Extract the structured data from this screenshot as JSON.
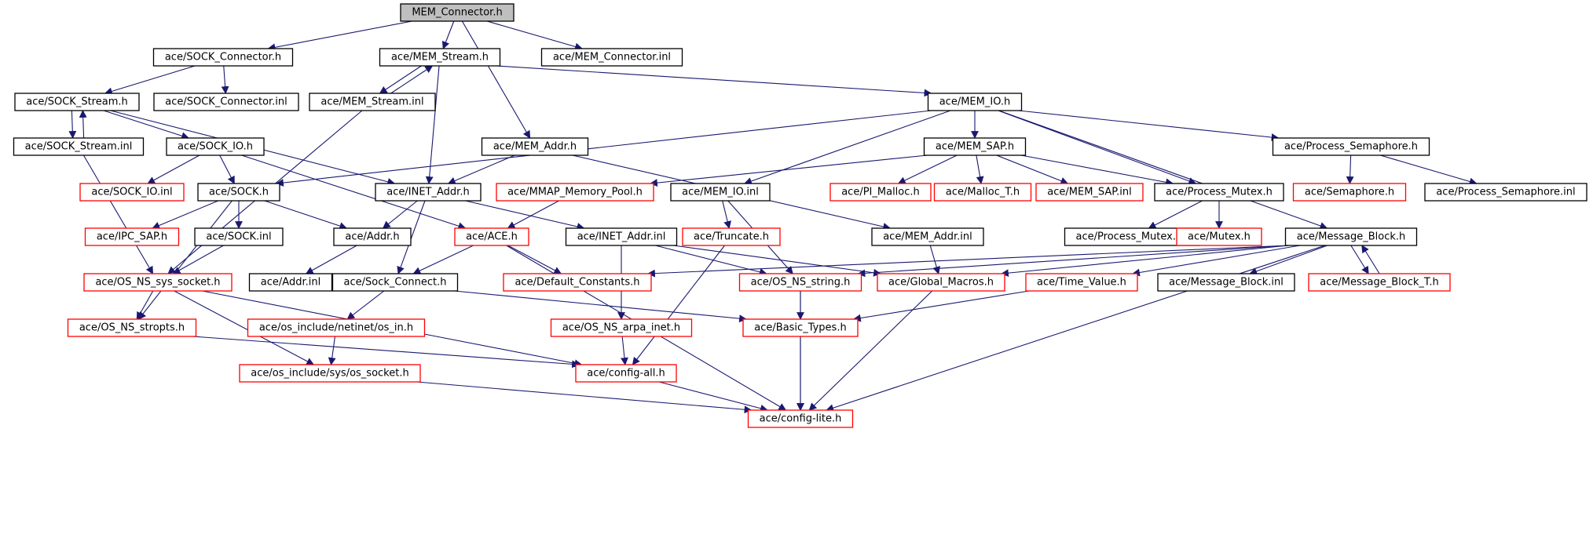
{
  "colors": {
    "edge": "#191970",
    "border_default": "#000000",
    "border_external": "#ff0000",
    "fill_default": "#ffffff",
    "fill_root": "#bfbfbf"
  },
  "nodes": [
    {
      "id": "root",
      "label": "MEM_Connector.h",
      "style": "root"
    },
    {
      "id": "sock_connector_h",
      "label": "ace/SOCK_Connector.h",
      "style": "default"
    },
    {
      "id": "mem_stream_h",
      "label": "ace/MEM_Stream.h",
      "style": "default"
    },
    {
      "id": "mem_connector_inl",
      "label": "ace/MEM_Connector.inl",
      "style": "default"
    },
    {
      "id": "sock_stream_h",
      "label": "ace/SOCK_Stream.h",
      "style": "default"
    },
    {
      "id": "sock_connector_inl",
      "label": "ace/SOCK_Connector.inl",
      "style": "default"
    },
    {
      "id": "mem_stream_inl",
      "label": "ace/MEM_Stream.inl",
      "style": "default"
    },
    {
      "id": "mem_io_h",
      "label": "ace/MEM_IO.h",
      "style": "default"
    },
    {
      "id": "sock_stream_inl",
      "label": "ace/SOCK_Stream.inl",
      "style": "default"
    },
    {
      "id": "sock_io_h",
      "label": "ace/SOCK_IO.h",
      "style": "default"
    },
    {
      "id": "mem_addr_h",
      "label": "ace/MEM_Addr.h",
      "style": "default"
    },
    {
      "id": "mem_sap_h",
      "label": "ace/MEM_SAP.h",
      "style": "default"
    },
    {
      "id": "process_semaphore_h",
      "label": "ace/Process_Semaphore.h",
      "style": "default"
    },
    {
      "id": "sock_io_inl",
      "label": "ace/SOCK_IO.inl",
      "style": "external"
    },
    {
      "id": "sock_h",
      "label": "ace/SOCK.h",
      "style": "default"
    },
    {
      "id": "inet_addr_h",
      "label": "ace/INET_Addr.h",
      "style": "default"
    },
    {
      "id": "mmap_memory_pool_h",
      "label": "ace/MMAP_Memory_Pool.h",
      "style": "external"
    },
    {
      "id": "mem_io_inl",
      "label": "ace/MEM_IO.inl",
      "style": "default"
    },
    {
      "id": "pi_malloc_h",
      "label": "ace/PI_Malloc.h",
      "style": "external"
    },
    {
      "id": "malloc_t_h",
      "label": "ace/Malloc_T.h",
      "style": "external"
    },
    {
      "id": "mem_sap_inl",
      "label": "ace/MEM_SAP.inl",
      "style": "external"
    },
    {
      "id": "process_mutex_h",
      "label": "ace/Process_Mutex.h",
      "style": "default"
    },
    {
      "id": "semaphore_h",
      "label": "ace/Semaphore.h",
      "style": "external"
    },
    {
      "id": "process_semaphore_inl",
      "label": "ace/Process_Semaphore.inl",
      "style": "default"
    },
    {
      "id": "ipc_sap_h",
      "label": "ace/IPC_SAP.h",
      "style": "external"
    },
    {
      "id": "sock_inl",
      "label": "ace/SOCK.inl",
      "style": "default"
    },
    {
      "id": "addr_h",
      "label": "ace/Addr.h",
      "style": "default"
    },
    {
      "id": "ace_h",
      "label": "ace/ACE.h",
      "style": "external"
    },
    {
      "id": "inet_addr_inl",
      "label": "ace/INET_Addr.inl",
      "style": "default"
    },
    {
      "id": "truncate_h",
      "label": "ace/Truncate.h",
      "style": "external"
    },
    {
      "id": "mem_addr_inl",
      "label": "ace/MEM_Addr.inl",
      "style": "default"
    },
    {
      "id": "process_mutex_inl",
      "label": "ace/Process_Mutex.inl",
      "style": "default"
    },
    {
      "id": "mutex_h",
      "label": "ace/Mutex.h",
      "style": "external"
    },
    {
      "id": "message_block_h",
      "label": "ace/Message_Block.h",
      "style": "default"
    },
    {
      "id": "os_ns_sys_socket_h",
      "label": "ace/OS_NS_sys_socket.h",
      "style": "external"
    },
    {
      "id": "addr_inl",
      "label": "ace/Addr.inl",
      "style": "default"
    },
    {
      "id": "sock_connect_h",
      "label": "ace/Sock_Connect.h",
      "style": "default"
    },
    {
      "id": "default_constants_h",
      "label": "ace/Default_Constants.h",
      "style": "external"
    },
    {
      "id": "os_ns_string_h",
      "label": "ace/OS_NS_string.h",
      "style": "external"
    },
    {
      "id": "global_macros_h",
      "label": "ace/Global_Macros.h",
      "style": "external"
    },
    {
      "id": "time_value_h",
      "label": "ace/Time_Value.h",
      "style": "external"
    },
    {
      "id": "message_block_inl",
      "label": "ace/Message_Block.inl",
      "style": "default"
    },
    {
      "id": "message_block_t_h",
      "label": "ace/Message_Block_T.h",
      "style": "external"
    },
    {
      "id": "os_ns_stropts_h",
      "label": "ace/OS_NS_stropts.h",
      "style": "external"
    },
    {
      "id": "os_in_h",
      "label": "ace/os_include/netinet/os_in.h",
      "style": "external"
    },
    {
      "id": "os_ns_arpa_inet_h",
      "label": "ace/OS_NS_arpa_inet.h",
      "style": "external"
    },
    {
      "id": "basic_types_h",
      "label": "ace/Basic_Types.h",
      "style": "external"
    },
    {
      "id": "os_socket_h",
      "label": "ace/os_include/sys/os_socket.h",
      "style": "external"
    },
    {
      "id": "config_all_h",
      "label": "ace/config-all.h",
      "style": "external"
    },
    {
      "id": "config_lite_h",
      "label": "ace/config-lite.h",
      "style": "external"
    }
  ],
  "edges": [
    [
      "root",
      "sock_connector_h"
    ],
    [
      "root",
      "mem_stream_h"
    ],
    [
      "root",
      "mem_connector_inl"
    ],
    [
      "root",
      "mem_addr_h"
    ],
    [
      "sock_connector_h",
      "sock_stream_h"
    ],
    [
      "sock_connector_h",
      "sock_connector_inl"
    ],
    [
      "mem_stream_h",
      "mem_stream_inl"
    ],
    [
      "mem_stream_inl",
      "mem_stream_h"
    ],
    [
      "mem_stream_h",
      "mem_io_h"
    ],
    [
      "mem_stream_h",
      "inet_addr_h"
    ],
    [
      "sock_stream_h",
      "sock_stream_inl"
    ],
    [
      "sock_stream_inl",
      "sock_stream_h"
    ],
    [
      "sock_stream_h",
      "sock_io_h"
    ],
    [
      "sock_stream_h",
      "inet_addr_h"
    ],
    [
      "sock_stream_inl",
      "os_ns_sys_socket_h"
    ],
    [
      "mem_stream_inl",
      "os_ns_sys_socket_h"
    ],
    [
      "mem_io_h",
      "sock_h"
    ],
    [
      "mem_io_h",
      "mem_sap_h"
    ],
    [
      "mem_io_h",
      "process_semaphore_h"
    ],
    [
      "mem_io_h",
      "mem_io_inl"
    ],
    [
      "mem_io_h",
      "process_mutex_h"
    ],
    [
      "mem_io_h",
      "message_block_h"
    ],
    [
      "sock_io_h",
      "sock_io_inl"
    ],
    [
      "sock_io_h",
      "sock_h"
    ],
    [
      "sock_io_h",
      "ace_h"
    ],
    [
      "mem_addr_h",
      "inet_addr_h"
    ],
    [
      "mem_addr_h",
      "mem_addr_inl"
    ],
    [
      "mem_sap_h",
      "mmap_memory_pool_h"
    ],
    [
      "mem_sap_h",
      "pi_malloc_h"
    ],
    [
      "mem_sap_h",
      "malloc_t_h"
    ],
    [
      "mem_sap_h",
      "mem_sap_inl"
    ],
    [
      "mem_sap_h",
      "process_mutex_h"
    ],
    [
      "process_semaphore_h",
      "semaphore_h"
    ],
    [
      "process_semaphore_h",
      "process_semaphore_inl"
    ],
    [
      "sock_h",
      "ipc_sap_h"
    ],
    [
      "sock_h",
      "sock_inl"
    ],
    [
      "sock_h",
      "addr_h"
    ],
    [
      "sock_h",
      "os_ns_stropts_h"
    ],
    [
      "inet_addr_h",
      "addr_h"
    ],
    [
      "inet_addr_h",
      "sock_connect_h"
    ],
    [
      "inet_addr_h",
      "inet_addr_inl"
    ],
    [
      "mmap_memory_pool_h",
      "ace_h"
    ],
    [
      "mem_io_inl",
      "truncate_h"
    ],
    [
      "mem_io_inl",
      "os_ns_string_h"
    ],
    [
      "process_mutex_h",
      "process_mutex_inl"
    ],
    [
      "process_mutex_h",
      "mutex_h"
    ],
    [
      "sock_inl",
      "os_ns_sys_socket_h"
    ],
    [
      "addr_h",
      "addr_inl"
    ],
    [
      "ace_h",
      "sock_connect_h"
    ],
    [
      "ace_h",
      "default_constants_h"
    ],
    [
      "ace_h",
      "config_lite_h"
    ],
    [
      "inet_addr_inl",
      "os_ns_string_h"
    ],
    [
      "inet_addr_inl",
      "global_macros_h"
    ],
    [
      "inet_addr_inl",
      "os_ns_arpa_inet_h"
    ],
    [
      "truncate_h",
      "config_all_h"
    ],
    [
      "mem_addr_inl",
      "global_macros_h"
    ],
    [
      "message_block_h",
      "default_constants_h"
    ],
    [
      "message_block_h",
      "global_macros_h"
    ],
    [
      "message_block_h",
      "time_value_h"
    ],
    [
      "message_block_h",
      "message_block_inl"
    ],
    [
      "message_block_h",
      "message_block_t_h"
    ],
    [
      "message_block_t_h",
      "message_block_h"
    ],
    [
      "message_block_h",
      "config_lite_h"
    ],
    [
      "message_block_h",
      "os_ns_string_h"
    ],
    [
      "os_ns_sys_socket_h",
      "os_ns_stropts_h"
    ],
    [
      "os_ns_sys_socket_h",
      "os_socket_h"
    ],
    [
      "os_ns_sys_socket_h",
      "config_all_h"
    ],
    [
      "sock_connect_h",
      "os_in_h"
    ],
    [
      "sock_connect_h",
      "basic_types_h"
    ],
    [
      "os_ns_string_h",
      "basic_types_h"
    ],
    [
      "os_ns_string_h",
      "config_lite_h"
    ],
    [
      "global_macros_h",
      "config_lite_h"
    ],
    [
      "time_value_h",
      "basic_types_h"
    ],
    [
      "os_ns_stropts_h",
      "config_all_h"
    ],
    [
      "os_in_h",
      "os_socket_h"
    ],
    [
      "os_ns_arpa_inet_h",
      "config_all_h"
    ],
    [
      "basic_types_h",
      "config_lite_h"
    ],
    [
      "os_socket_h",
      "config_lite_h"
    ],
    [
      "config_all_h",
      "config_lite_h"
    ]
  ]
}
